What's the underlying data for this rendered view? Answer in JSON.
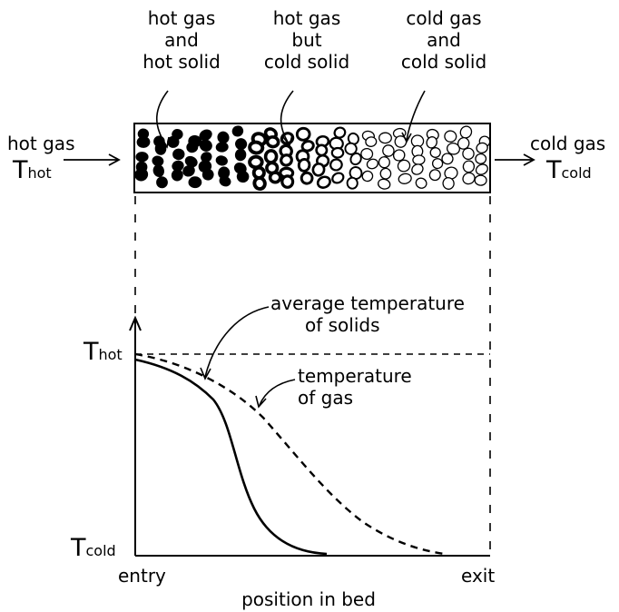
{
  "top_labels": [
    {
      "lines": [
        "hot gas",
        "and",
        "hot solid"
      ]
    },
    {
      "lines": [
        "hot gas",
        "but",
        "cold solid"
      ]
    },
    {
      "lines": [
        "cold gas",
        "and",
        "cold solid"
      ]
    }
  ],
  "inlet": {
    "label": "hot gas",
    "symbol": "T",
    "subscript": "hot"
  },
  "outlet": {
    "label": "cold gas",
    "symbol": "T",
    "subscript": "cold"
  },
  "curve_labels": {
    "solids": [
      "average temperature",
      "of solids"
    ],
    "gas": [
      "temperature",
      "of gas"
    ]
  },
  "axis": {
    "y_top": {
      "symbol": "T",
      "subscript": "hot"
    },
    "y_bottom": {
      "symbol": "T",
      "subscript": "cold"
    },
    "x_start": "entry",
    "x_end": "exit",
    "xlabel": "position in bed"
  }
}
